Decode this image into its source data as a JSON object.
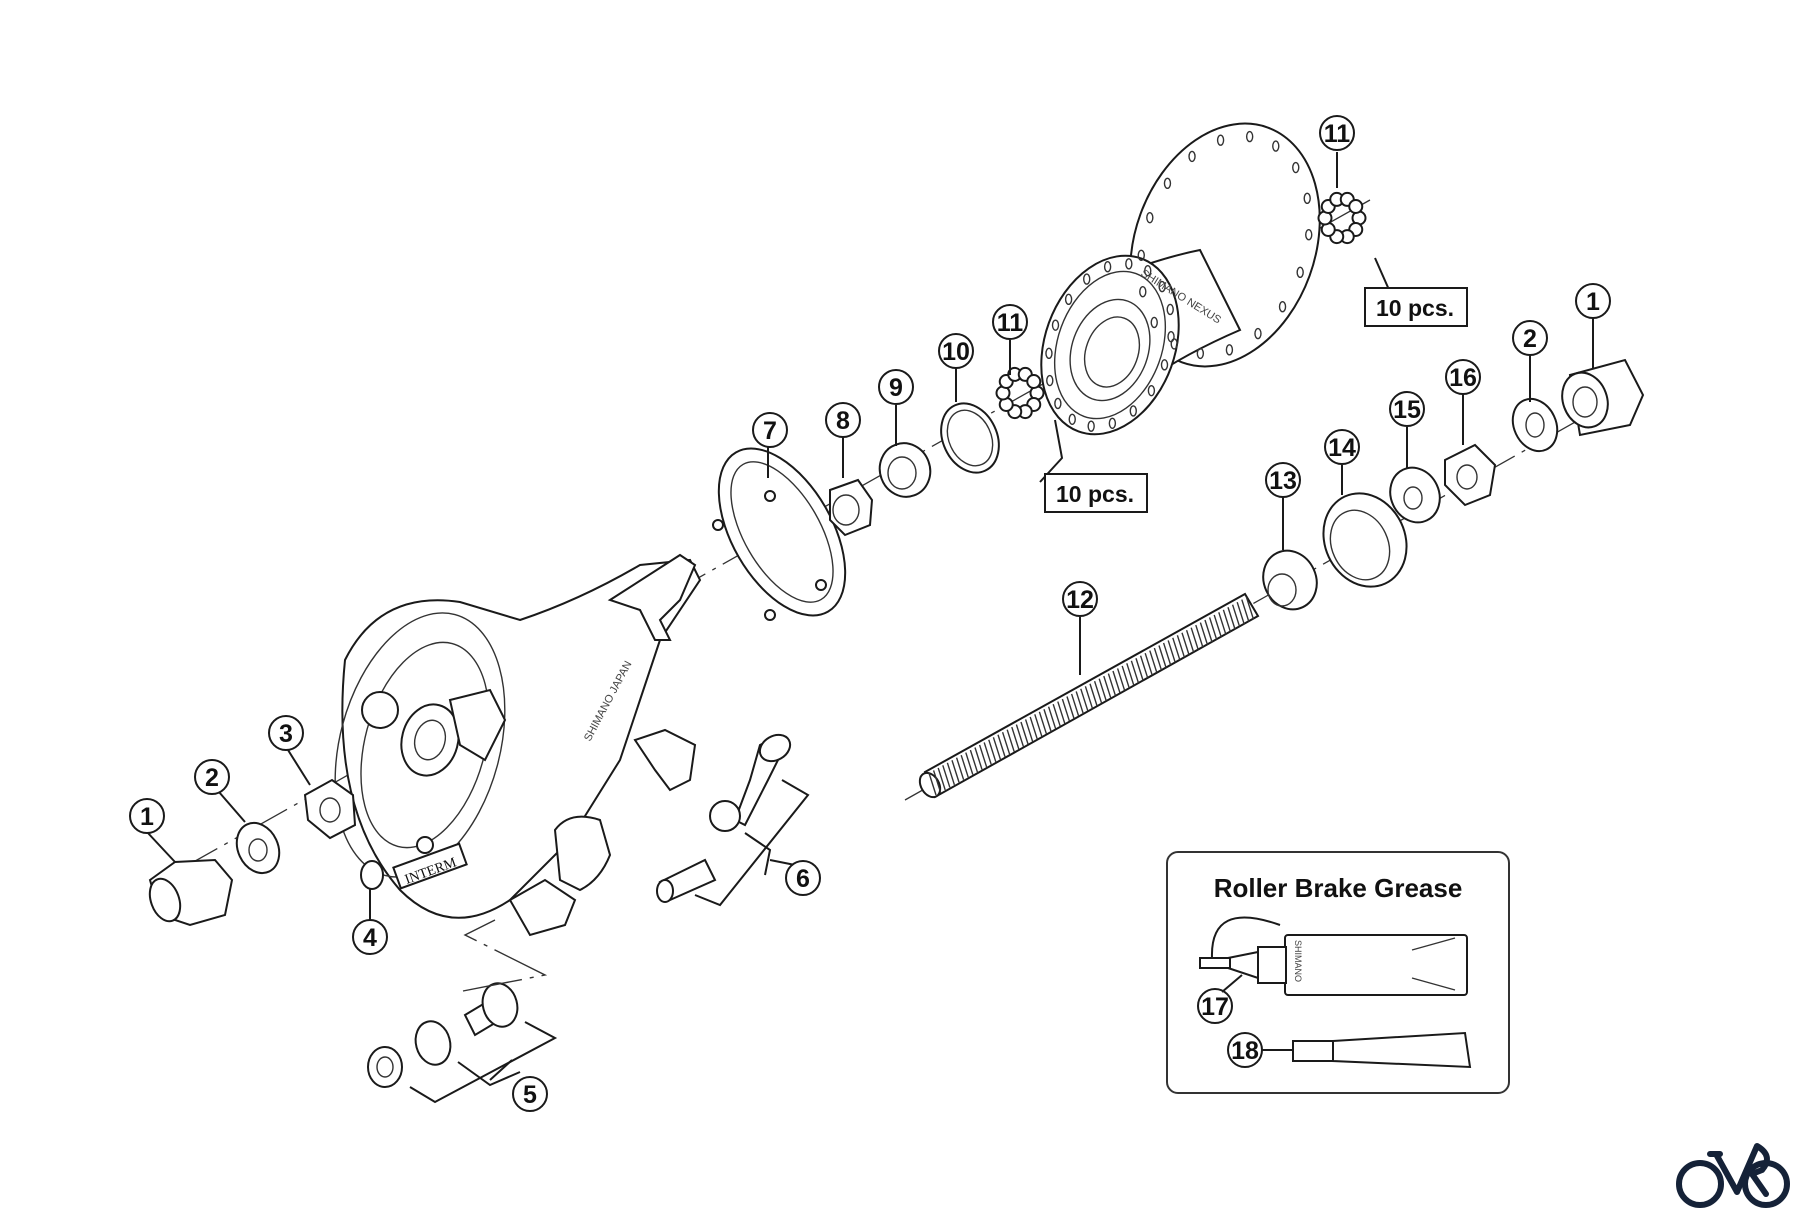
{
  "diagram": {
    "callouts": [
      {
        "id": "c1-left",
        "number": "1",
        "part": "axle-cap-nut-left"
      },
      {
        "id": "c2-left",
        "number": "2",
        "part": "washer-left"
      },
      {
        "id": "c3",
        "number": "3",
        "part": "lock-nut"
      },
      {
        "id": "c4",
        "number": "4",
        "part": "grease-plug"
      },
      {
        "id": "c5",
        "number": "5",
        "part": "brake-arm-fixing-bolt-set"
      },
      {
        "id": "c6",
        "number": "6",
        "part": "cable-adjusting-bolt-set"
      },
      {
        "id": "c7",
        "number": "7",
        "part": "brake-unit-ring"
      },
      {
        "id": "c8",
        "number": "8",
        "part": "lock-nut-8"
      },
      {
        "id": "c9",
        "number": "9",
        "part": "cone-9"
      },
      {
        "id": "c10",
        "number": "10",
        "part": "dust-cap-10"
      },
      {
        "id": "c11-center",
        "number": "11",
        "part": "ball-bearings-center"
      },
      {
        "id": "c11-top",
        "number": "11",
        "part": "ball-bearings-top"
      },
      {
        "id": "c12",
        "number": "12",
        "part": "hub-axle"
      },
      {
        "id": "c13",
        "number": "13",
        "part": "cone-13"
      },
      {
        "id": "c14",
        "number": "14",
        "part": "dust-cap-14"
      },
      {
        "id": "c15",
        "number": "15",
        "part": "washer-15"
      },
      {
        "id": "c16",
        "number": "16",
        "part": "lock-nut-16"
      },
      {
        "id": "c2-right",
        "number": "2",
        "part": "serrated-washer-right"
      },
      {
        "id": "c1-right",
        "number": "1",
        "part": "axle-cap-nut-right"
      },
      {
        "id": "c17",
        "number": "17",
        "part": "grease-bottle"
      },
      {
        "id": "c18",
        "number": "18",
        "part": "grease-tube"
      }
    ],
    "quantity_notes": [
      {
        "id": "qty-top",
        "text": "10 pcs."
      },
      {
        "id": "qty-center",
        "text": "10 pcs."
      }
    ],
    "hub_brand_text": "SHIMANO NEXUS",
    "brake_brand_text": "SHIMANO JAPAN",
    "brake_label_text": "INTERM",
    "bottle_brand_text": "SHIMANO",
    "grease_panel": {
      "title": "Roller Brake Grease"
    }
  },
  "colors": {
    "line": "#1a1a1a",
    "logo": "#152238",
    "background": "#ffffff"
  }
}
